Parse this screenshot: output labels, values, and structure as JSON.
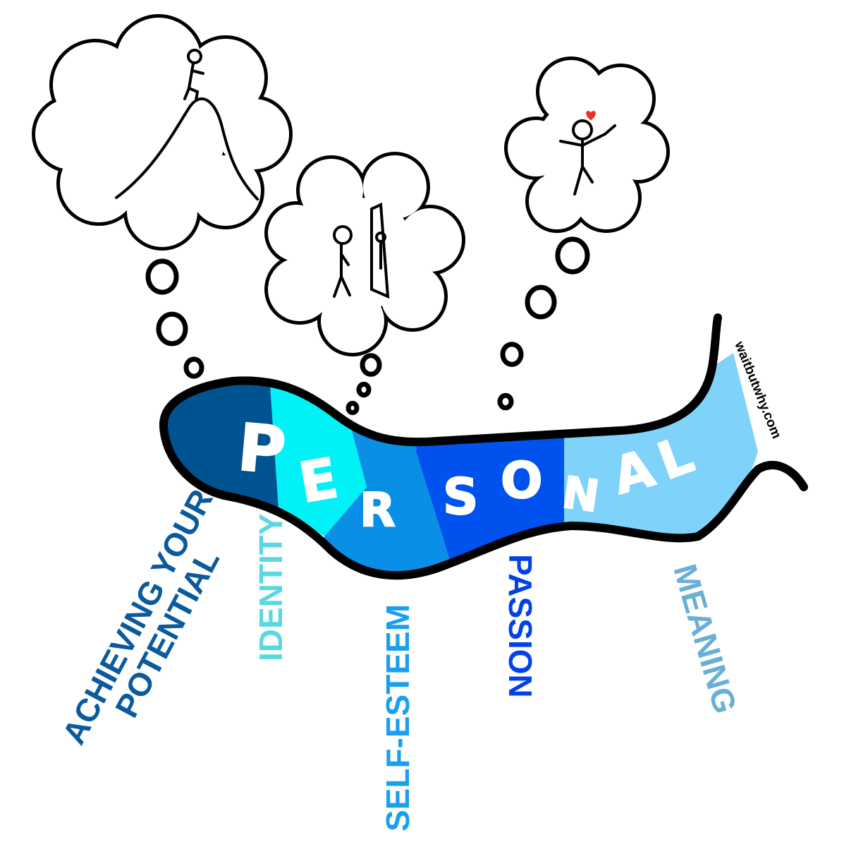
{
  "title_letters": [
    "P",
    "E",
    "R",
    "S",
    "O",
    "N",
    "A",
    "L"
  ],
  "labels": {
    "achieving_line1": "ACHIEVING YOUR",
    "achieving_line2": "POTENTIAL",
    "identity": "IDENTITY",
    "self_esteem": "SELF-ESTEEM",
    "passion": "PASSION",
    "meaning": "MEANING"
  },
  "watermark": "waitbutwhy.com",
  "colors": {
    "achieving": "#005391",
    "identity": "#00f2f6",
    "self_esteem": "#0a8fe6",
    "passion": "#0052ee",
    "meaning": "#7fd2fa",
    "label_achieving": "#0b5a9e",
    "label_identity": "#5ad8e2",
    "label_self_esteem": "#1a9ff0",
    "label_passion": "#0342e6",
    "label_meaning": "#6aafd6",
    "heart": "#f03020"
  }
}
